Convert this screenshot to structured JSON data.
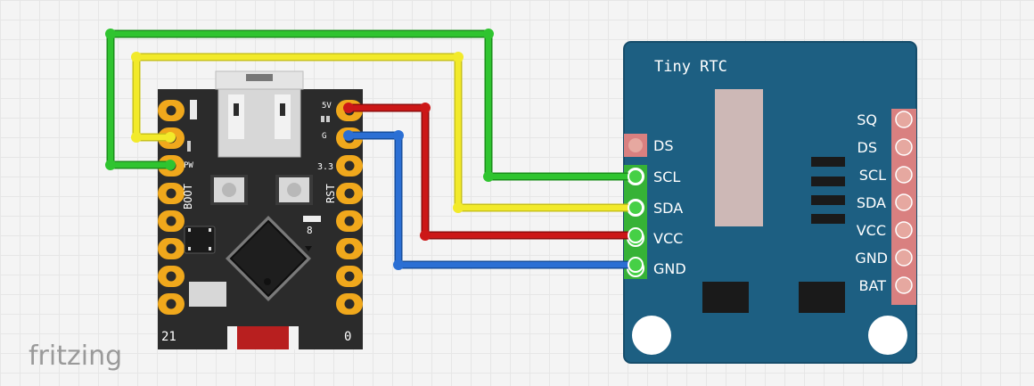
{
  "watermark": "fritzing",
  "mcu_board": {
    "pin_labels": {
      "5v": "5V",
      "g": "G",
      "pw": "PW",
      "v33": "3.3",
      "boot": "BOOT",
      "rst": "RST",
      "corner_left": "21",
      "corner_right": "0",
      "gpio8": "8"
    }
  },
  "rtc_module": {
    "title": "Tiny RTC",
    "left_pins": [
      "DS",
      "SCL",
      "SDA",
      "VCC",
      "GND"
    ],
    "right_pins": [
      "SQ",
      "DS",
      "SCL",
      "SDA",
      "VCC",
      "GND",
      "BAT"
    ]
  },
  "wires": [
    {
      "from": "PW",
      "to": "SCL",
      "color": "#22a822"
    },
    {
      "from": "PW-adjacent pin",
      "to": "SDA",
      "color": "#e8e020"
    },
    {
      "from": "5V",
      "to": "VCC",
      "color": "#cc1111"
    },
    {
      "from": "G",
      "to": "GND",
      "color": "#2266cc"
    }
  ],
  "colors": {
    "board": "#2b2b2b",
    "pad": "#f0a81c",
    "rtc": "#1d5f82",
    "pin_active": "#3cc83c",
    "pin_idle": "#d99090"
  }
}
